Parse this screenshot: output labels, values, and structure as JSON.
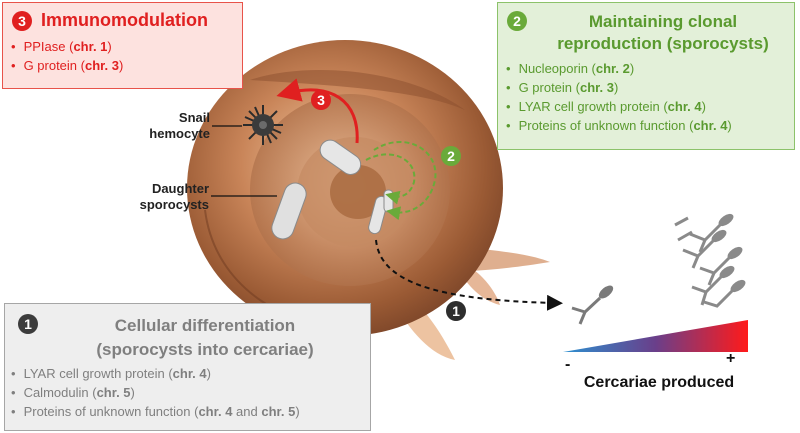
{
  "immunomodulation": {
    "badge": "3",
    "title": "Immunomodulation",
    "items": [
      {
        "name": "PPIase",
        "chr": "chr. 1"
      },
      {
        "name": "G protein",
        "chr": "chr. 3"
      }
    ]
  },
  "clonal": {
    "badge": "2",
    "title_line1": "Maintaining clonal",
    "title_line2": "reproduction (sporocysts)",
    "items": [
      {
        "name": "Nucleoporin",
        "chr": "chr. 2"
      },
      {
        "name": "G protein",
        "chr": "chr. 3"
      },
      {
        "name": "LYAR cell growth protein",
        "chr": "chr. 4"
      },
      {
        "name": "Proteins of unknown function",
        "chr": "chr. 4"
      }
    ]
  },
  "differentiation": {
    "badge": "1",
    "title_line1": "Cellular differentiation",
    "title_line2": "(sporocysts into cercariae)",
    "items": [
      {
        "name": "LYAR cell growth protein",
        "chr": "chr. 4"
      },
      {
        "name": "Calmodulin",
        "chr": "chr. 5"
      },
      {
        "name": "Proteins of unknown function",
        "chr": "chr. 4",
        "joiner": "and",
        "chr2": "chr. 5"
      }
    ]
  },
  "labels": {
    "hemocyte_line1": "Snail",
    "hemocyte_line2": "hemocyte",
    "daughter_line1": "Daughter",
    "daughter_line2": "sporocysts",
    "axis": "Cercariae produced",
    "minus": "-",
    "plus": "+"
  },
  "scene_badges": {
    "one": "1",
    "two": "2",
    "three": "3"
  },
  "colors": {
    "red": "#e02020",
    "green": "#6aaa3a",
    "grey": "#7f7f7f",
    "dark": "#3c3c3c"
  }
}
